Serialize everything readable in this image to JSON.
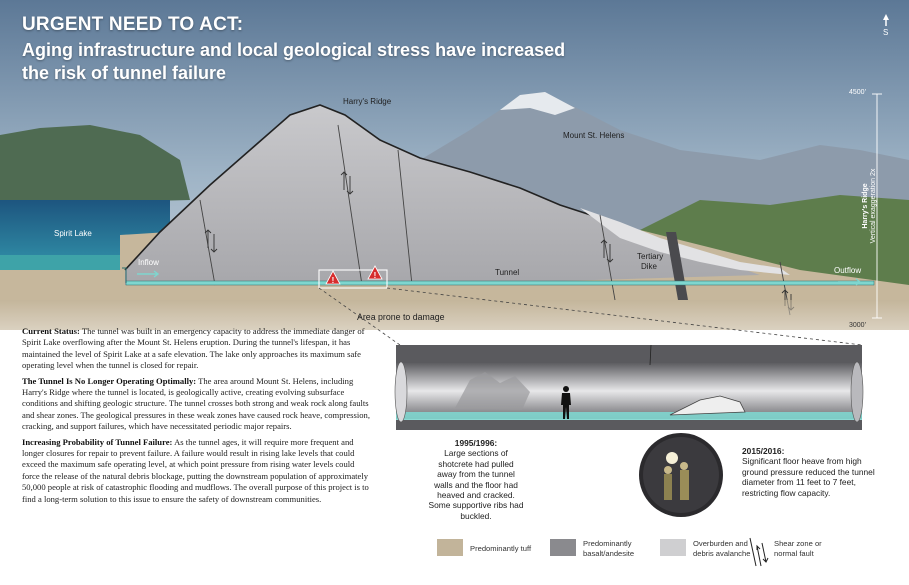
{
  "title": {
    "line1": "URGENT NEED TO ACT:",
    "line2": "Aging infrastructure and local geological stress have increased",
    "line3": "the risk of tunnel failure"
  },
  "compass": {
    "letter": "S"
  },
  "labels": {
    "harrys_ridge": "Harry's Ridge",
    "mount_st_helens": "Mount St. Helens",
    "spirit_lake": "Spirit Lake",
    "inflow": "Inflow",
    "tunnel": "Tunnel",
    "tertiary_dike_1": "Tertiary",
    "tertiary_dike_2": "Dike",
    "outflow": "Outflow",
    "area_prone": "Area prone to damage"
  },
  "scale": {
    "top": "4500'",
    "bottom": "3000'",
    "side_1": "Harry's Ridge",
    "side_2": "Vertical exaggeration 2x"
  },
  "paragraphs": [
    {
      "heading": "Current Status:",
      "text": " The tunnel was built in an emergency capacity to address the immediate danger of Spirit Lake overflowing after the Mount St. Helens eruption. During the tunnel's lifespan, it has maintained the level of Spirit Lake at a safe elevation. The lake only approaches its maximum safe operating level when the tunnel is closed for repair."
    },
    {
      "heading": "The Tunnel Is No Longer Operating Optimally:",
      "text": " The area around Mount St. Helens, including Harry's Ridge where the tunnel is located, is geologically active, creating evolving subsurface conditions and shifting geologic structure. The tunnel crosses both strong and weak rock along faults and shear zones. The geological pressures in these weak zones have caused rock heave, compression, cracking, and support failures, which have necessitated periodic major repairs."
    },
    {
      "heading": "Increasing Probability of Tunnel Failure:",
      "text": " As the tunnel ages, it will require more frequent and longer closures for repair to prevent failure. A failure would result in rising lake levels that could exceed the maximum safe operating level, at which point pressure from rising water levels could force the release of the natural debris blockage, putting the downstream population of approximately 50,000 people at risk of catastrophic flooding and mudflows. The overall purpose of this project is to find a long-term solution to this issue to ensure the safety of downstream communities."
    }
  ],
  "notes": {
    "n1_heading": "1995/1996:",
    "n1_text": "Large sections of shotcrete had pulled away from the tunnel walls and the floor had heaved and cracked. Some supportive ribs had buckled.",
    "n2_heading": "2015/2016:",
    "n2_text": "Significant floor heave from high ground pressure reduced the tunnel diameter from 11 feet to 7 feet, restricting flow capacity."
  },
  "legend": [
    {
      "line1": "Predominantly tuff",
      "line2": "",
      "color": "#c2b49a"
    },
    {
      "line1": "Predominantly",
      "line2": "basalt/andesite",
      "color": "#8a8a8e"
    },
    {
      "line1": "Overburden and",
      "line2": "debris avalanche",
      "color": "#cfcfd1"
    },
    {
      "line1": "Shear zone or",
      "line2": "normal fault",
      "color": "#333333"
    }
  ],
  "colors": {
    "sky": "#6e8aa6",
    "lake": "#1f5f8c",
    "tunnel": "#7fd6cf",
    "warning": "#d62d2d"
  }
}
